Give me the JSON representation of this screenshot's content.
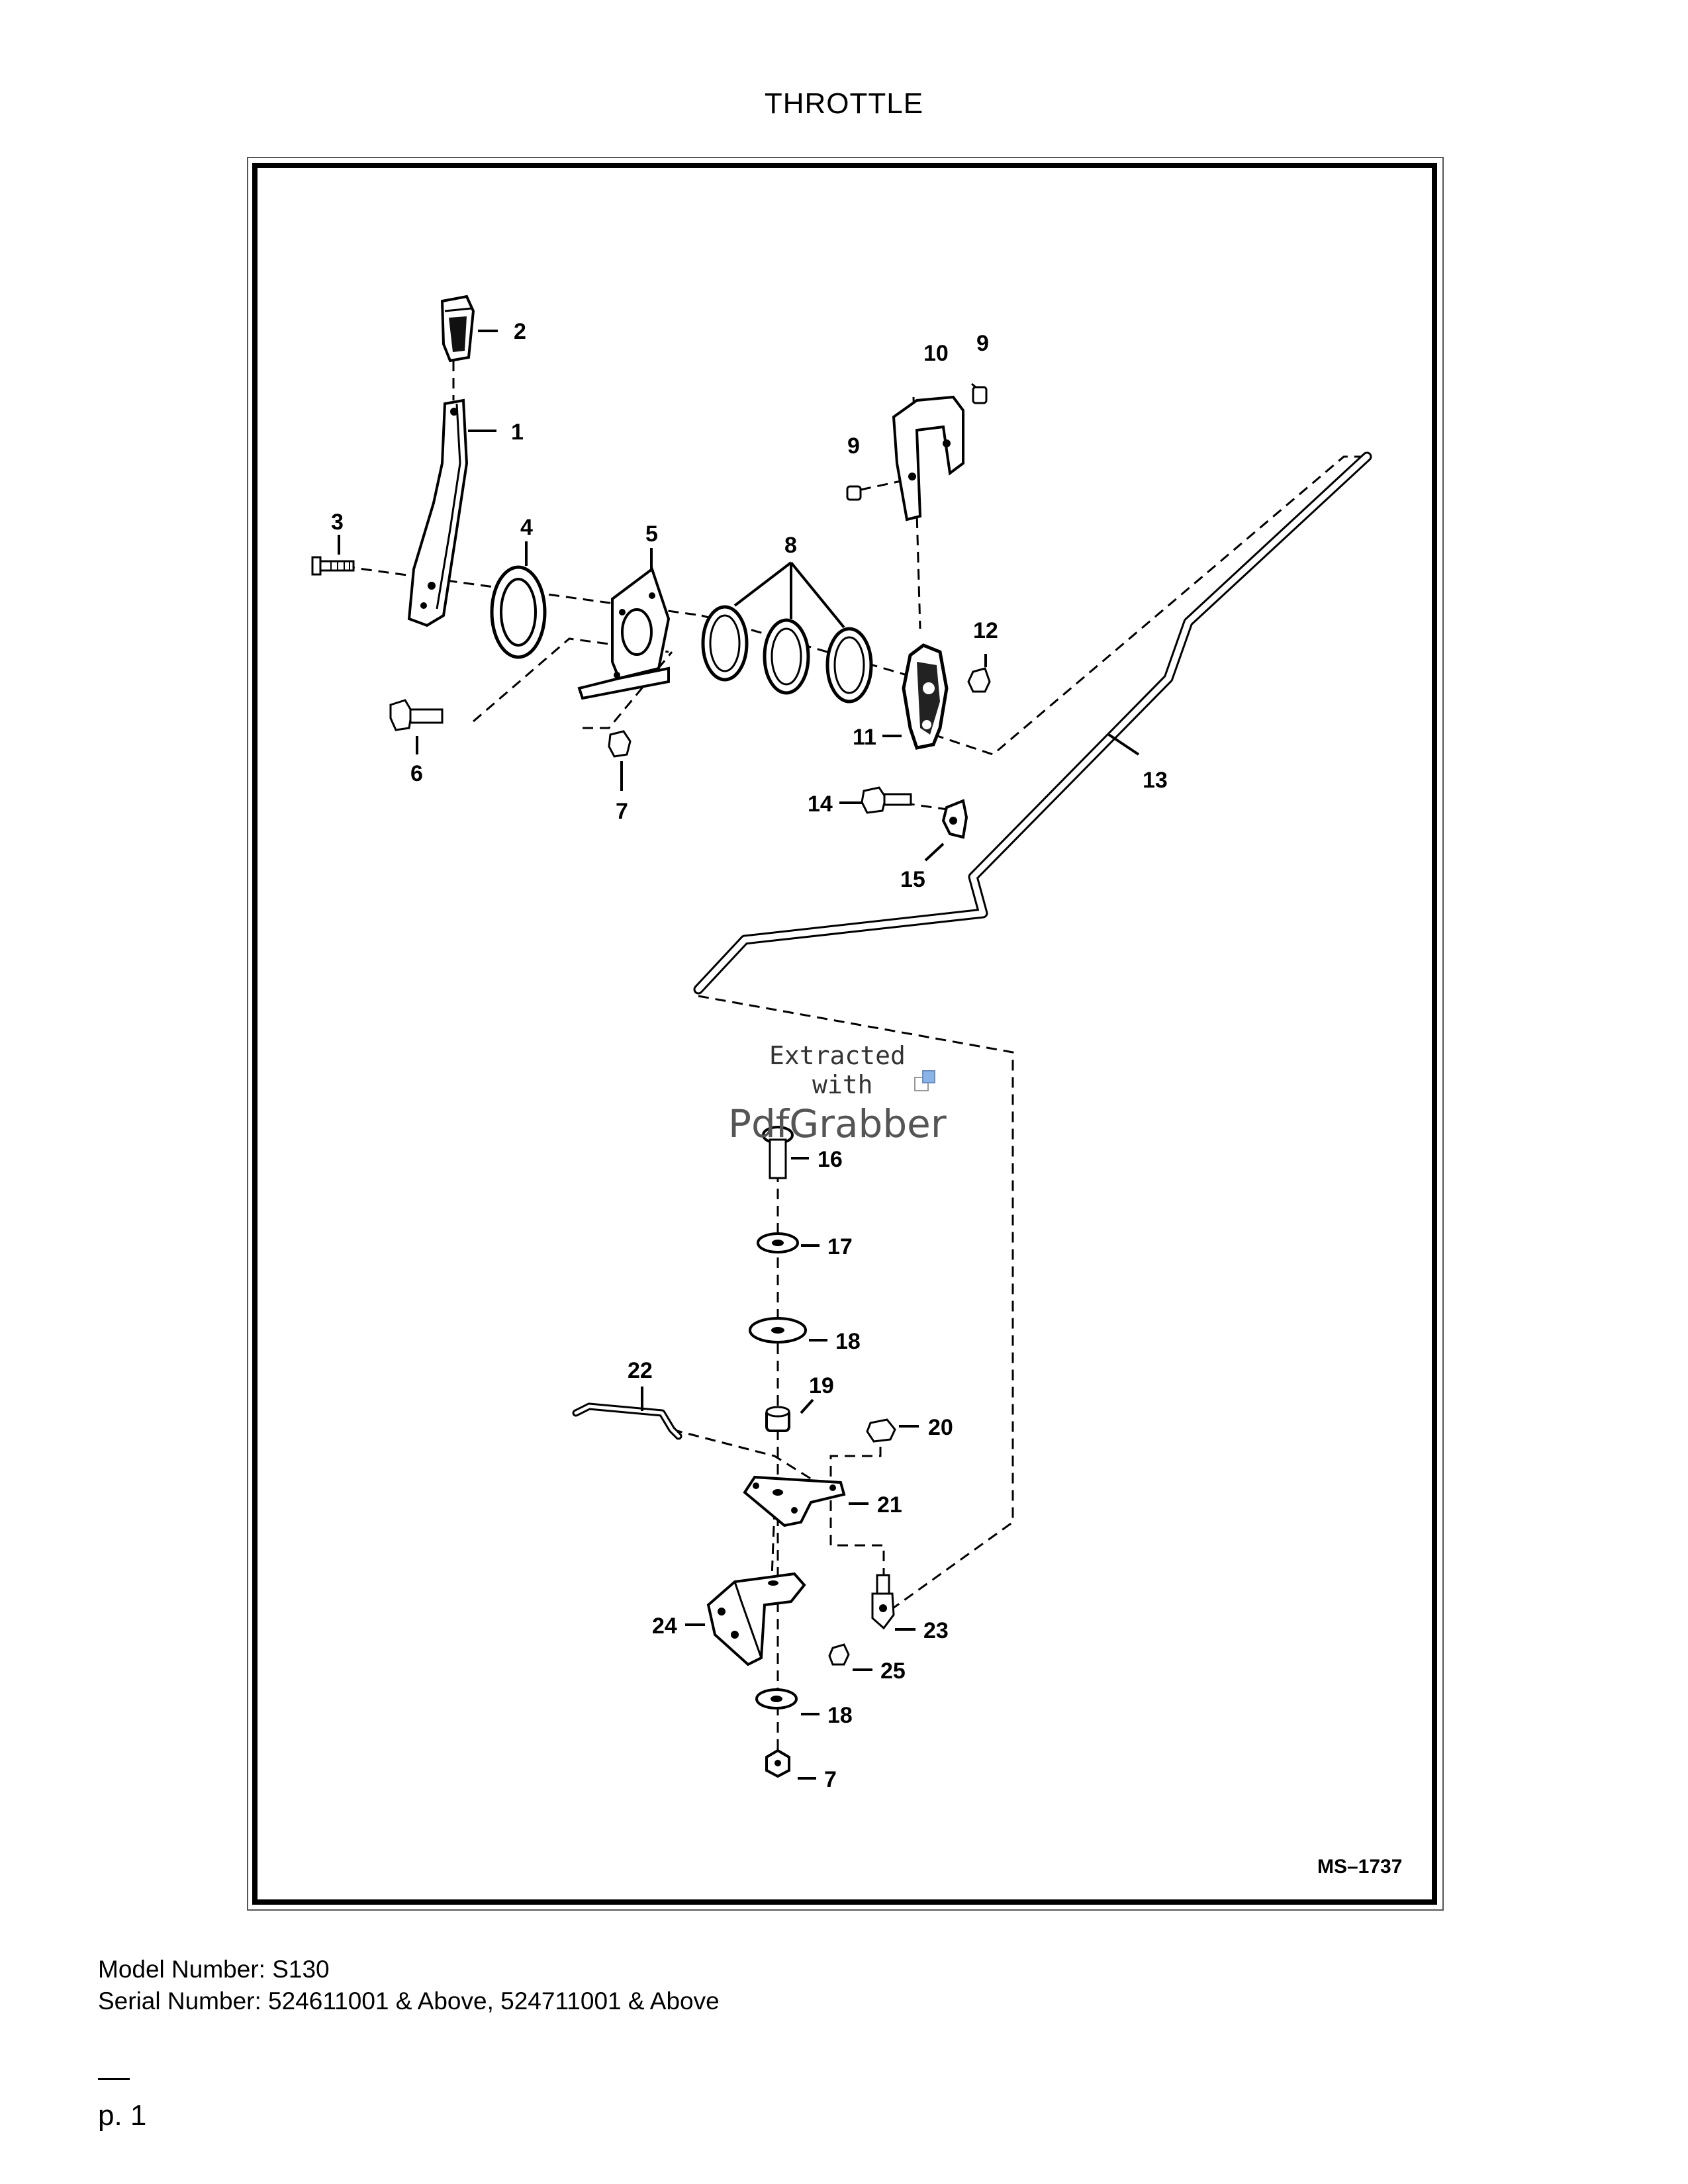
{
  "title": "THROTTLE",
  "drawing_number": "MS–1737",
  "watermark": {
    "line1": "Extracted",
    "line2": "with",
    "line3": "PdfGrabber"
  },
  "callouts": [
    "1",
    "2",
    "3",
    "4",
    "5",
    "6",
    "7",
    "8",
    "9",
    "10",
    "11",
    "12",
    "13",
    "14",
    "15",
    "16",
    "17",
    "18",
    "19",
    "20",
    "21",
    "22",
    "23",
    "24",
    "25"
  ],
  "footer": {
    "model": "Model Number: S130",
    "serial": "Serial Number: 524611001 & Above, 524711001 & Above"
  },
  "page": "p. 1"
}
